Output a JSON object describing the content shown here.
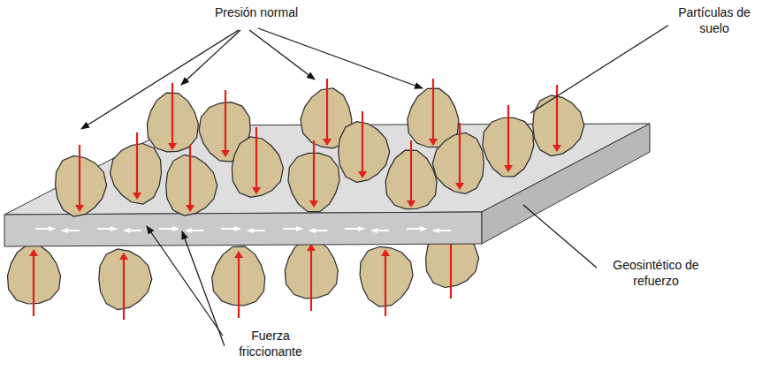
{
  "diagram": {
    "labels": [
      "Presión normal",
      "Partículas de suelo",
      "Geosintético de refuerzo",
      "Fuerza friccionante"
    ]
  }
}
